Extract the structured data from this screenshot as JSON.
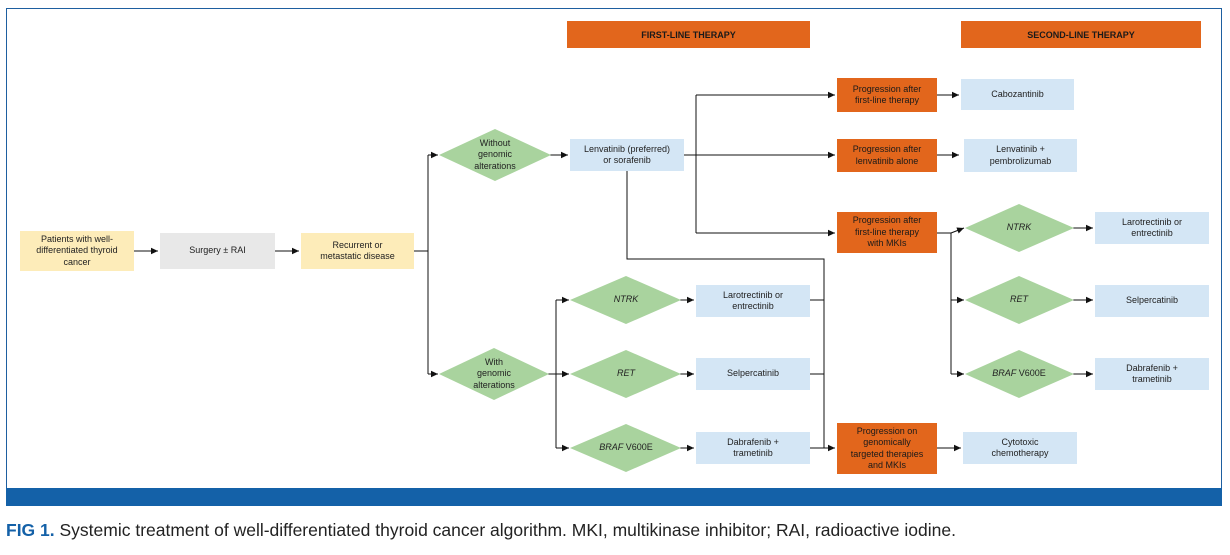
{
  "headers": {
    "first_line": "FIRST-LINE THERAPY",
    "second_line": "SECOND-LINE THERAPY"
  },
  "nodes": {
    "patients": "Patients with well-\ndifferentiated thyroid\ncancer",
    "surgery": "Surgery ± RAI",
    "recurrent": "Recurrent or\nmetastatic disease",
    "without_genomic": "Without\ngenomic\nalterations",
    "with_genomic": "With\ngenomic\nalterations",
    "lenvatinib_sorafenib": "Lenvatinib (preferred)\nor sorafenib",
    "ntrk_first": "NTRK",
    "ret_first": "RET",
    "braf_first_gene": "BRAF",
    "braf_first_suffix": " V600E",
    "larotrectinib_first": "Larotrectinib or\nentrectinib",
    "selpercatinib_first": "Selpercatinib",
    "dabrafenib_first": "Dabrafenib +\ntrametinib",
    "prog_first_line": "Progression after\nfirst-line therapy",
    "prog_lenvatinib": "Progression after\nlenvatinib alone",
    "prog_mki": "Progression after\nfirst-line therapy\nwith MKIs",
    "prog_targeted": "Progression on\ngenomically\ntargeted therapies\nand MKIs",
    "cabozantinib": "Cabozantinib",
    "lenvatinib_pembro": "Lenvatinib +\npembrolizumab",
    "ntrk_second": "NTRK",
    "ret_second": "RET",
    "braf_second_gene": "BRAF",
    "braf_second_suffix": " V600E",
    "larotrectinib_second": "Larotrectinib or\nentrectinib",
    "selpercatinib_second": "Selpercatinib",
    "dabrafenib_second": "Dabrafenib +\ntrametinib",
    "cytotoxic": "Cytotoxic\nchemotherapy"
  },
  "caption": {
    "label": "FIG 1.",
    "text": " Systemic treatment of well-differentiated thyroid cancer algorithm. MKI, multikinase inhibitor; RAI, radioactive iodine."
  },
  "colors": {
    "yellow": "#fdecb9",
    "gray": "#e8e8e8",
    "blue": "#d4e6f5",
    "orange": "#e2661c",
    "green": "#a9d39e",
    "frame_blue": "#1461a8"
  }
}
